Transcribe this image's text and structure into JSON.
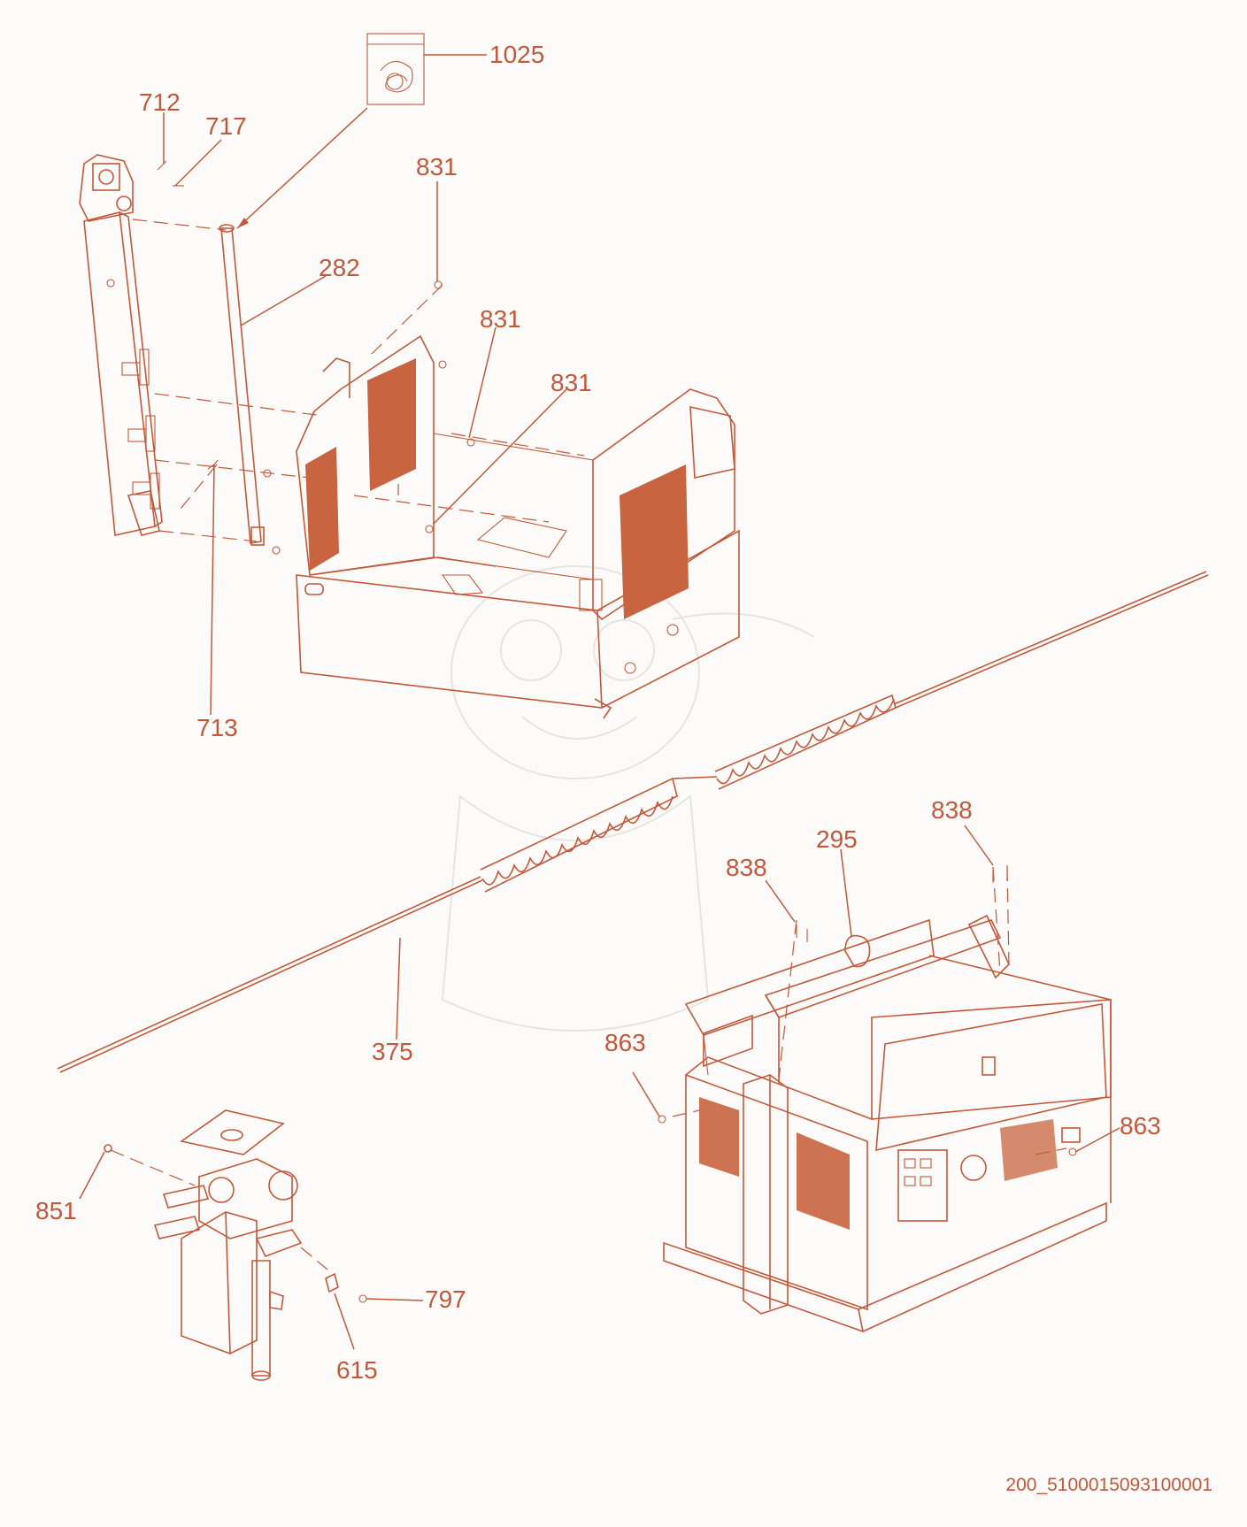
{
  "colors": {
    "line": "#c0593a",
    "grille": "#c8643f",
    "background": "#fcfbfa",
    "watermark": "#e8e4e0"
  },
  "labels": {
    "p1025": "1025",
    "p712": "712",
    "p717": "717",
    "p831a": "831",
    "p282": "282",
    "p831b": "831",
    "p831c": "831",
    "p713": "713",
    "p838a": "838",
    "p295": "295",
    "p838b": "838",
    "p375": "375",
    "p863a": "863",
    "p863b": "863",
    "p851": "851",
    "p797": "797",
    "p615": "615"
  },
  "drawing_id": "200_5100015093100001"
}
